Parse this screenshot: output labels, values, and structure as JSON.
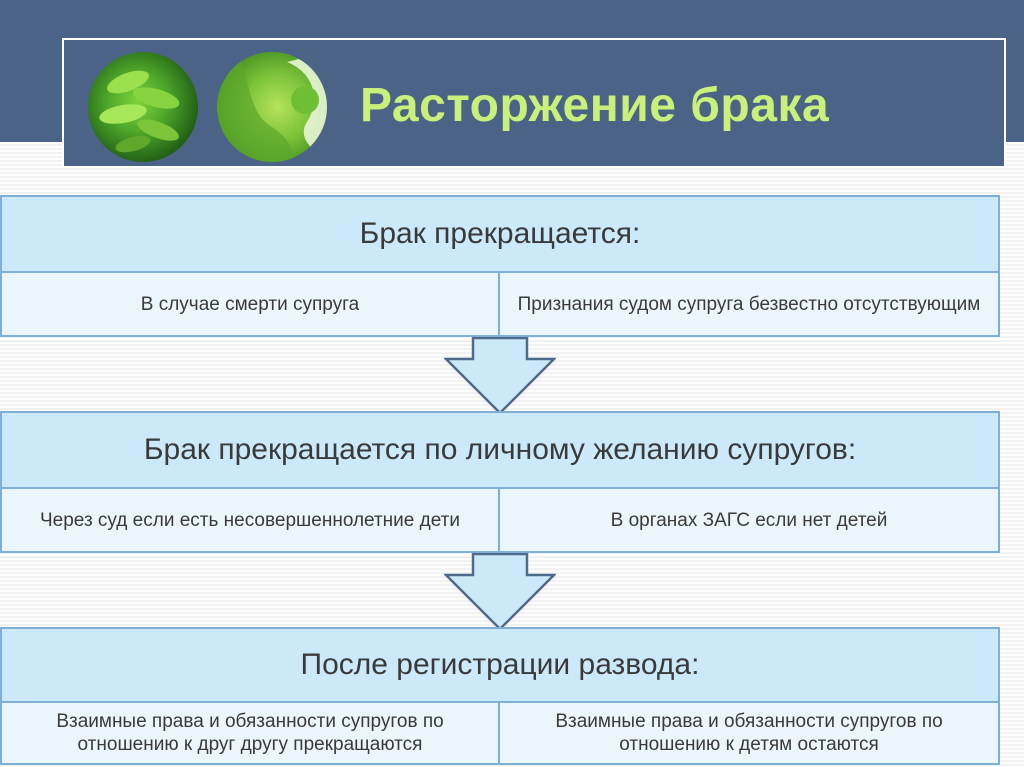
{
  "header": {
    "title": "Расторжение брака"
  },
  "sections": [
    {
      "heading": "Брак прекращается:",
      "left": "В случае смерти супруга",
      "right": "Признания судом супруга безвестно отсутствующим"
    },
    {
      "heading": "Брак прекращается по личному желанию супругов:",
      "left": "Через суд если есть несовершеннолетние дети",
      "right": "В органах ЗАГС если нет детей"
    },
    {
      "heading": "После регистрации развода:",
      "left": "Взаимные права и обязанности супругов по отношению к друг другу прекращаются",
      "right": "Взаимные права и обязанности супругов по отношению к детям остаются"
    }
  ],
  "colors": {
    "header_bg": "#4b6386",
    "title_text": "#c8f07a",
    "heading_bg": "#cce9f9",
    "cell_bg": "#eaf6fc",
    "border": "#7fb0d3"
  },
  "icons": [
    "leaf-photo-icon",
    "green-abstract-photo-icon",
    "down-arrow-icon"
  ]
}
